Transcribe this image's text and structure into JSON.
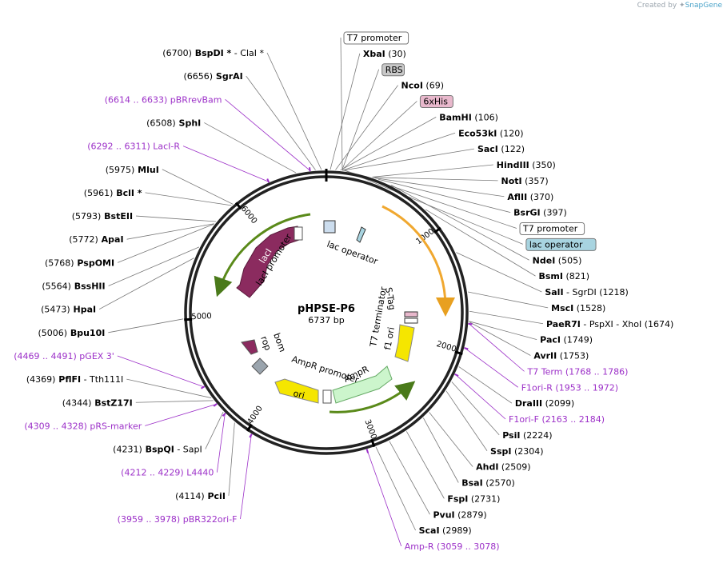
{
  "credit": {
    "prefix": "Created by",
    "brand": "SnapGene"
  },
  "plasmid": {
    "name": "pHPSE-P6",
    "size": "6737 bp"
  },
  "ticks": [
    {
      "label": "1000"
    },
    {
      "label": "2000"
    },
    {
      "label": "3000"
    },
    {
      "label": "4000"
    },
    {
      "label": "5000"
    },
    {
      "label": "6000"
    }
  ],
  "labels_right": [
    {
      "kind": "boxed",
      "name": "T7 promoter",
      "color": "#ffffff"
    },
    {
      "kind": "site",
      "name": "XbaI",
      "pos": "(30)"
    },
    {
      "kind": "boxed",
      "name": "RBS",
      "color": "#c8c8c8"
    },
    {
      "kind": "site",
      "name": "NcoI",
      "pos": "(69)"
    },
    {
      "kind": "boxed",
      "name": "6xHis",
      "color": "#e8b8cc"
    },
    {
      "kind": "site",
      "name": "BamHI",
      "pos": "(106)"
    },
    {
      "kind": "site",
      "name": "Eco53kI",
      "pos": "(120)"
    },
    {
      "kind": "site",
      "name": "SacI",
      "pos": "(122)"
    },
    {
      "kind": "site",
      "name": "HindIII",
      "pos": "(350)"
    },
    {
      "kind": "site",
      "name": "NotI",
      "pos": "(357)"
    },
    {
      "kind": "site",
      "name": "AflII",
      "pos": "(370)"
    },
    {
      "kind": "site",
      "name": "BsrGI",
      "pos": "(397)"
    },
    {
      "kind": "boxed",
      "name": "T7 promoter",
      "color": "#ffffff"
    },
    {
      "kind": "boxed",
      "name": "lac operator",
      "color": "#a8d4e0"
    },
    {
      "kind": "site",
      "name": "NdeI",
      "pos": "(505)"
    },
    {
      "kind": "site",
      "name": "BsmI",
      "pos": "(821)"
    },
    {
      "kind": "site",
      "name": "SalI",
      "sep": "- SgrDI",
      "pos": "(1218)"
    },
    {
      "kind": "site",
      "name": "MscI",
      "pos": "(1528)"
    },
    {
      "kind": "site",
      "name": "PaeR7I",
      "sep": "- PspXI - XhoI",
      "pos": "(1674)"
    },
    {
      "kind": "site",
      "name": "PacI",
      "pos": "(1749)"
    },
    {
      "kind": "site",
      "name": "AvrII",
      "pos": "(1753)"
    },
    {
      "kind": "primer",
      "name": "T7 Term",
      "pos": "(1768 .. 1786)"
    },
    {
      "kind": "primer",
      "name": "F1ori-R",
      "pos": "(1953 .. 1972)"
    },
    {
      "kind": "site",
      "name": "DraIII",
      "pos": "(2099)"
    },
    {
      "kind": "primer",
      "name": "F1ori-F",
      "pos": "(2163 .. 2184)"
    },
    {
      "kind": "site",
      "name": "PsiI",
      "pos": "(2224)"
    },
    {
      "kind": "site",
      "name": "SspI",
      "pos": "(2304)"
    },
    {
      "kind": "site",
      "name": "AhdI",
      "pos": "(2509)"
    },
    {
      "kind": "site",
      "name": "BsaI",
      "pos": "(2570)"
    },
    {
      "kind": "site",
      "name": "FspI",
      "pos": "(2731)"
    },
    {
      "kind": "site",
      "name": "PvuI",
      "pos": "(2879)"
    },
    {
      "kind": "site",
      "name": "ScaI",
      "pos": "(2989)"
    },
    {
      "kind": "primer",
      "name": "Amp-R",
      "pos": "(3059 .. 3078)"
    }
  ],
  "labels_left": [
    {
      "kind": "site",
      "pos": "(6700)",
      "name": "BspDI *",
      "sep": "- ClaI *"
    },
    {
      "kind": "site",
      "pos": "(6656)",
      "name": "SgrAI"
    },
    {
      "kind": "primer",
      "pos": "(6614 .. 6633)",
      "name": "pBRrevBam"
    },
    {
      "kind": "site",
      "pos": "(6508)",
      "name": "SphI"
    },
    {
      "kind": "primer",
      "pos": "(6292 .. 6311)",
      "name": "LacI-R"
    },
    {
      "kind": "site",
      "pos": "(5975)",
      "name": "MluI"
    },
    {
      "kind": "site",
      "pos": "(5961)",
      "name": "BclI *"
    },
    {
      "kind": "site",
      "pos": "(5793)",
      "name": "BstEII"
    },
    {
      "kind": "site",
      "pos": "(5772)",
      "name": "ApaI"
    },
    {
      "kind": "site",
      "pos": "(5768)",
      "name": "PspOMI"
    },
    {
      "kind": "site",
      "pos": "(5564)",
      "name": "BssHII"
    },
    {
      "kind": "site",
      "pos": "(5473)",
      "name": "HpaI"
    },
    {
      "kind": "site",
      "pos": "(5006)",
      "name": "Bpu10I"
    },
    {
      "kind": "primer",
      "pos": "(4469 .. 4491)",
      "name": "pGEX 3'"
    },
    {
      "kind": "site",
      "pos": "(4369)",
      "name": "PflFI",
      "sep": "- Tth111I"
    },
    {
      "kind": "site",
      "pos": "(4344)",
      "name": "BstZ17I"
    },
    {
      "kind": "primer",
      "pos": "(4309 .. 4328)",
      "name": "pRS-marker"
    },
    {
      "kind": "site",
      "pos": "(4231)",
      "name": "BspQI",
      "sep": "- SapI"
    },
    {
      "kind": "primer",
      "pos": "(4212 .. 4229)",
      "name": "L4440"
    },
    {
      "kind": "site",
      "pos": "(4114)",
      "name": "PciI"
    },
    {
      "kind": "primer",
      "pos": "(3959 .. 3978)",
      "name": "pBR322ori-F"
    }
  ],
  "features": [
    {
      "name": "lacI",
      "color": "#8b2b5f"
    },
    {
      "name": "lacI promoter",
      "color": "#ffffff"
    },
    {
      "name": "lac operator",
      "color": "#a8d4e0"
    },
    {
      "name": "T7 terminator",
      "color": "#ffffff"
    },
    {
      "name": "f1 ori",
      "color": "#f5e600"
    },
    {
      "name": "S-Tag",
      "color": "#e8b8cc"
    },
    {
      "name": "bom",
      "color": "#8b2b5f"
    },
    {
      "name": "rop",
      "color": "#9aa4ad"
    },
    {
      "name": "AmpR promoter",
      "color": "#ffffff"
    },
    {
      "name": "AmpR",
      "color": "#ccf5cc"
    },
    {
      "name": "ori",
      "color": "#f5e600"
    }
  ],
  "colors": {
    "site": "#000000",
    "position": "#000000",
    "primer": "#9c30c8",
    "line": "#7a7a7a",
    "primer_line": "#9c30c8",
    "orf_orange": "#f0a830",
    "orf_green": "#6a9a2a"
  }
}
